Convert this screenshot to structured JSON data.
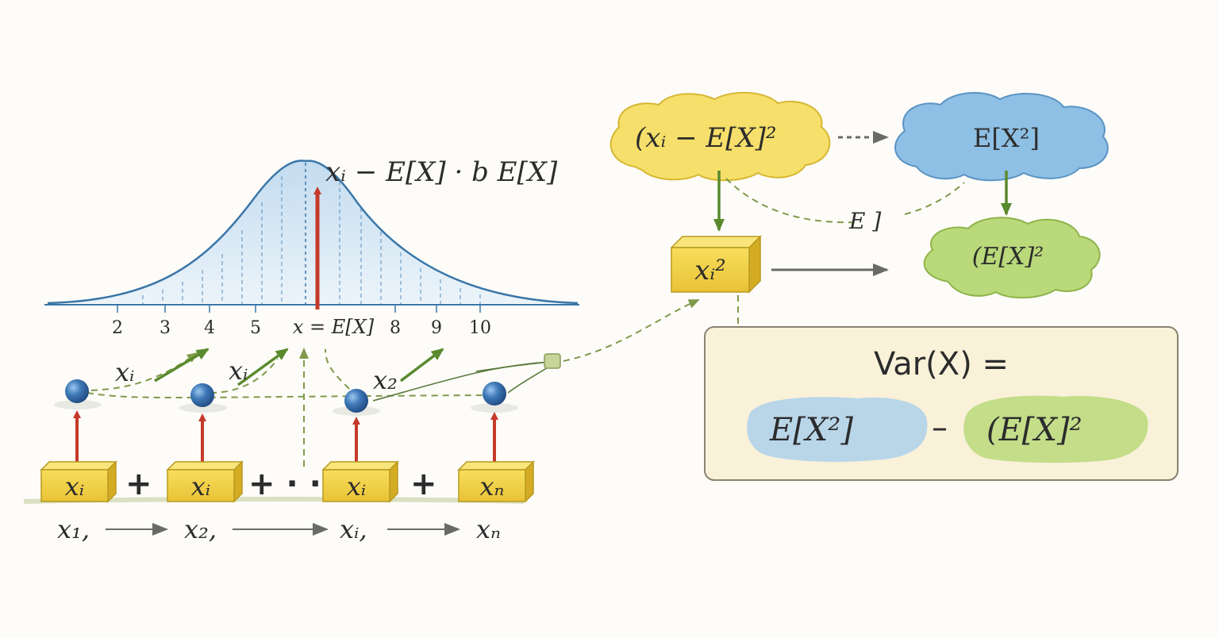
{
  "colors": {
    "curve_stroke": "#3a76a8",
    "curve_fill": "#cfe3f3",
    "red_arrow": "#c43a2a",
    "green_arrow": "#5a8a2e",
    "dashed_green": "#7f9a4a",
    "box_yellow": "#f3d34a",
    "cloud_yellow": "#f6df6a",
    "cloud_blue": "#8ebfe4",
    "cloud_green": "#b9d97a",
    "panel_bg": "#faf1d9",
    "gray_arrow": "#6a6a66"
  },
  "distribution": {
    "top_formula": "xᵢ − E[X] · b  E[X]",
    "ticks": [
      "2",
      "3",
      "4",
      "5",
      "8",
      "9",
      "10"
    ],
    "center_label": "x = E[X]"
  },
  "samples": {
    "point_labels": [
      "xᵢ",
      "xᵢ",
      "x₂"
    ],
    "boxes": [
      "xᵢ",
      "xᵢ",
      "xᵢ",
      "xₙ"
    ],
    "plus_signs": [
      "+",
      "+ ·  ·",
      "+"
    ],
    "sequence": [
      "x₁,",
      "x₂,",
      "xᵢ,",
      "xₙ"
    ]
  },
  "flow": {
    "yellow_cloud": "(xᵢ − E[X]²",
    "blue_cloud": "E[X²]",
    "green_cloud": "(E[X]²",
    "square_box": "xᵢ²",
    "dashed_label": "E  ]"
  },
  "panel": {
    "title": "Var(X) =",
    "term_left": "E[X²]",
    "minus": "–",
    "term_right": "(E[X]²"
  }
}
